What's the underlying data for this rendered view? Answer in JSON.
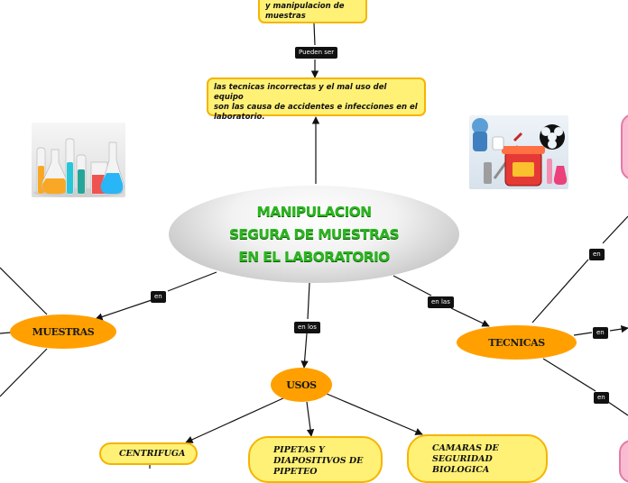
{
  "map": {
    "central": {
      "line1": "MANIPULACION",
      "line2": "SEGURA DE MUESTRAS",
      "line3": "EN EL LABORATORIO"
    },
    "top_note": {
      "line1": "y manipulacion de",
      "line2": "muestras"
    },
    "statement": {
      "line1": "las tecnicas incorrectas y el mal uso del equipo",
      "line2": "son las causa de accidentes e infecciones en el",
      "line3": "laboratorio."
    },
    "branches": {
      "muestras": "MUESTRAS",
      "usos": "USOS",
      "tecnicas": "TECNICAS"
    },
    "usos_children": {
      "centrifuga": "CENTRIFUGA",
      "pipetas": {
        "line1": "PIPETAS Y",
        "line2": "DIAPOSITIVOS DE",
        "line3": "PIPETEO"
      },
      "camaras": {
        "line1": "CAMARAS DE",
        "line2": "SEGURIDAD",
        "line3": "BIOLOGICA"
      }
    },
    "edge_labels": {
      "pueden_ser": "Pueden ser",
      "en_muestras": "en",
      "en_los": "en los",
      "en_las": "en las",
      "en_upper": "en",
      "en_mid": "en",
      "en_lower": "en"
    },
    "images": {
      "flasks": "lab-flasks-illustration",
      "biohazard": "biohazard-equipment-illustration"
    },
    "colors": {
      "node_yellow": "#fff176",
      "node_yellow_border": "#f5b400",
      "node_orange": "#ffa000",
      "title_green": "#2bb51f",
      "pink_node": "#f8bbd0"
    }
  }
}
